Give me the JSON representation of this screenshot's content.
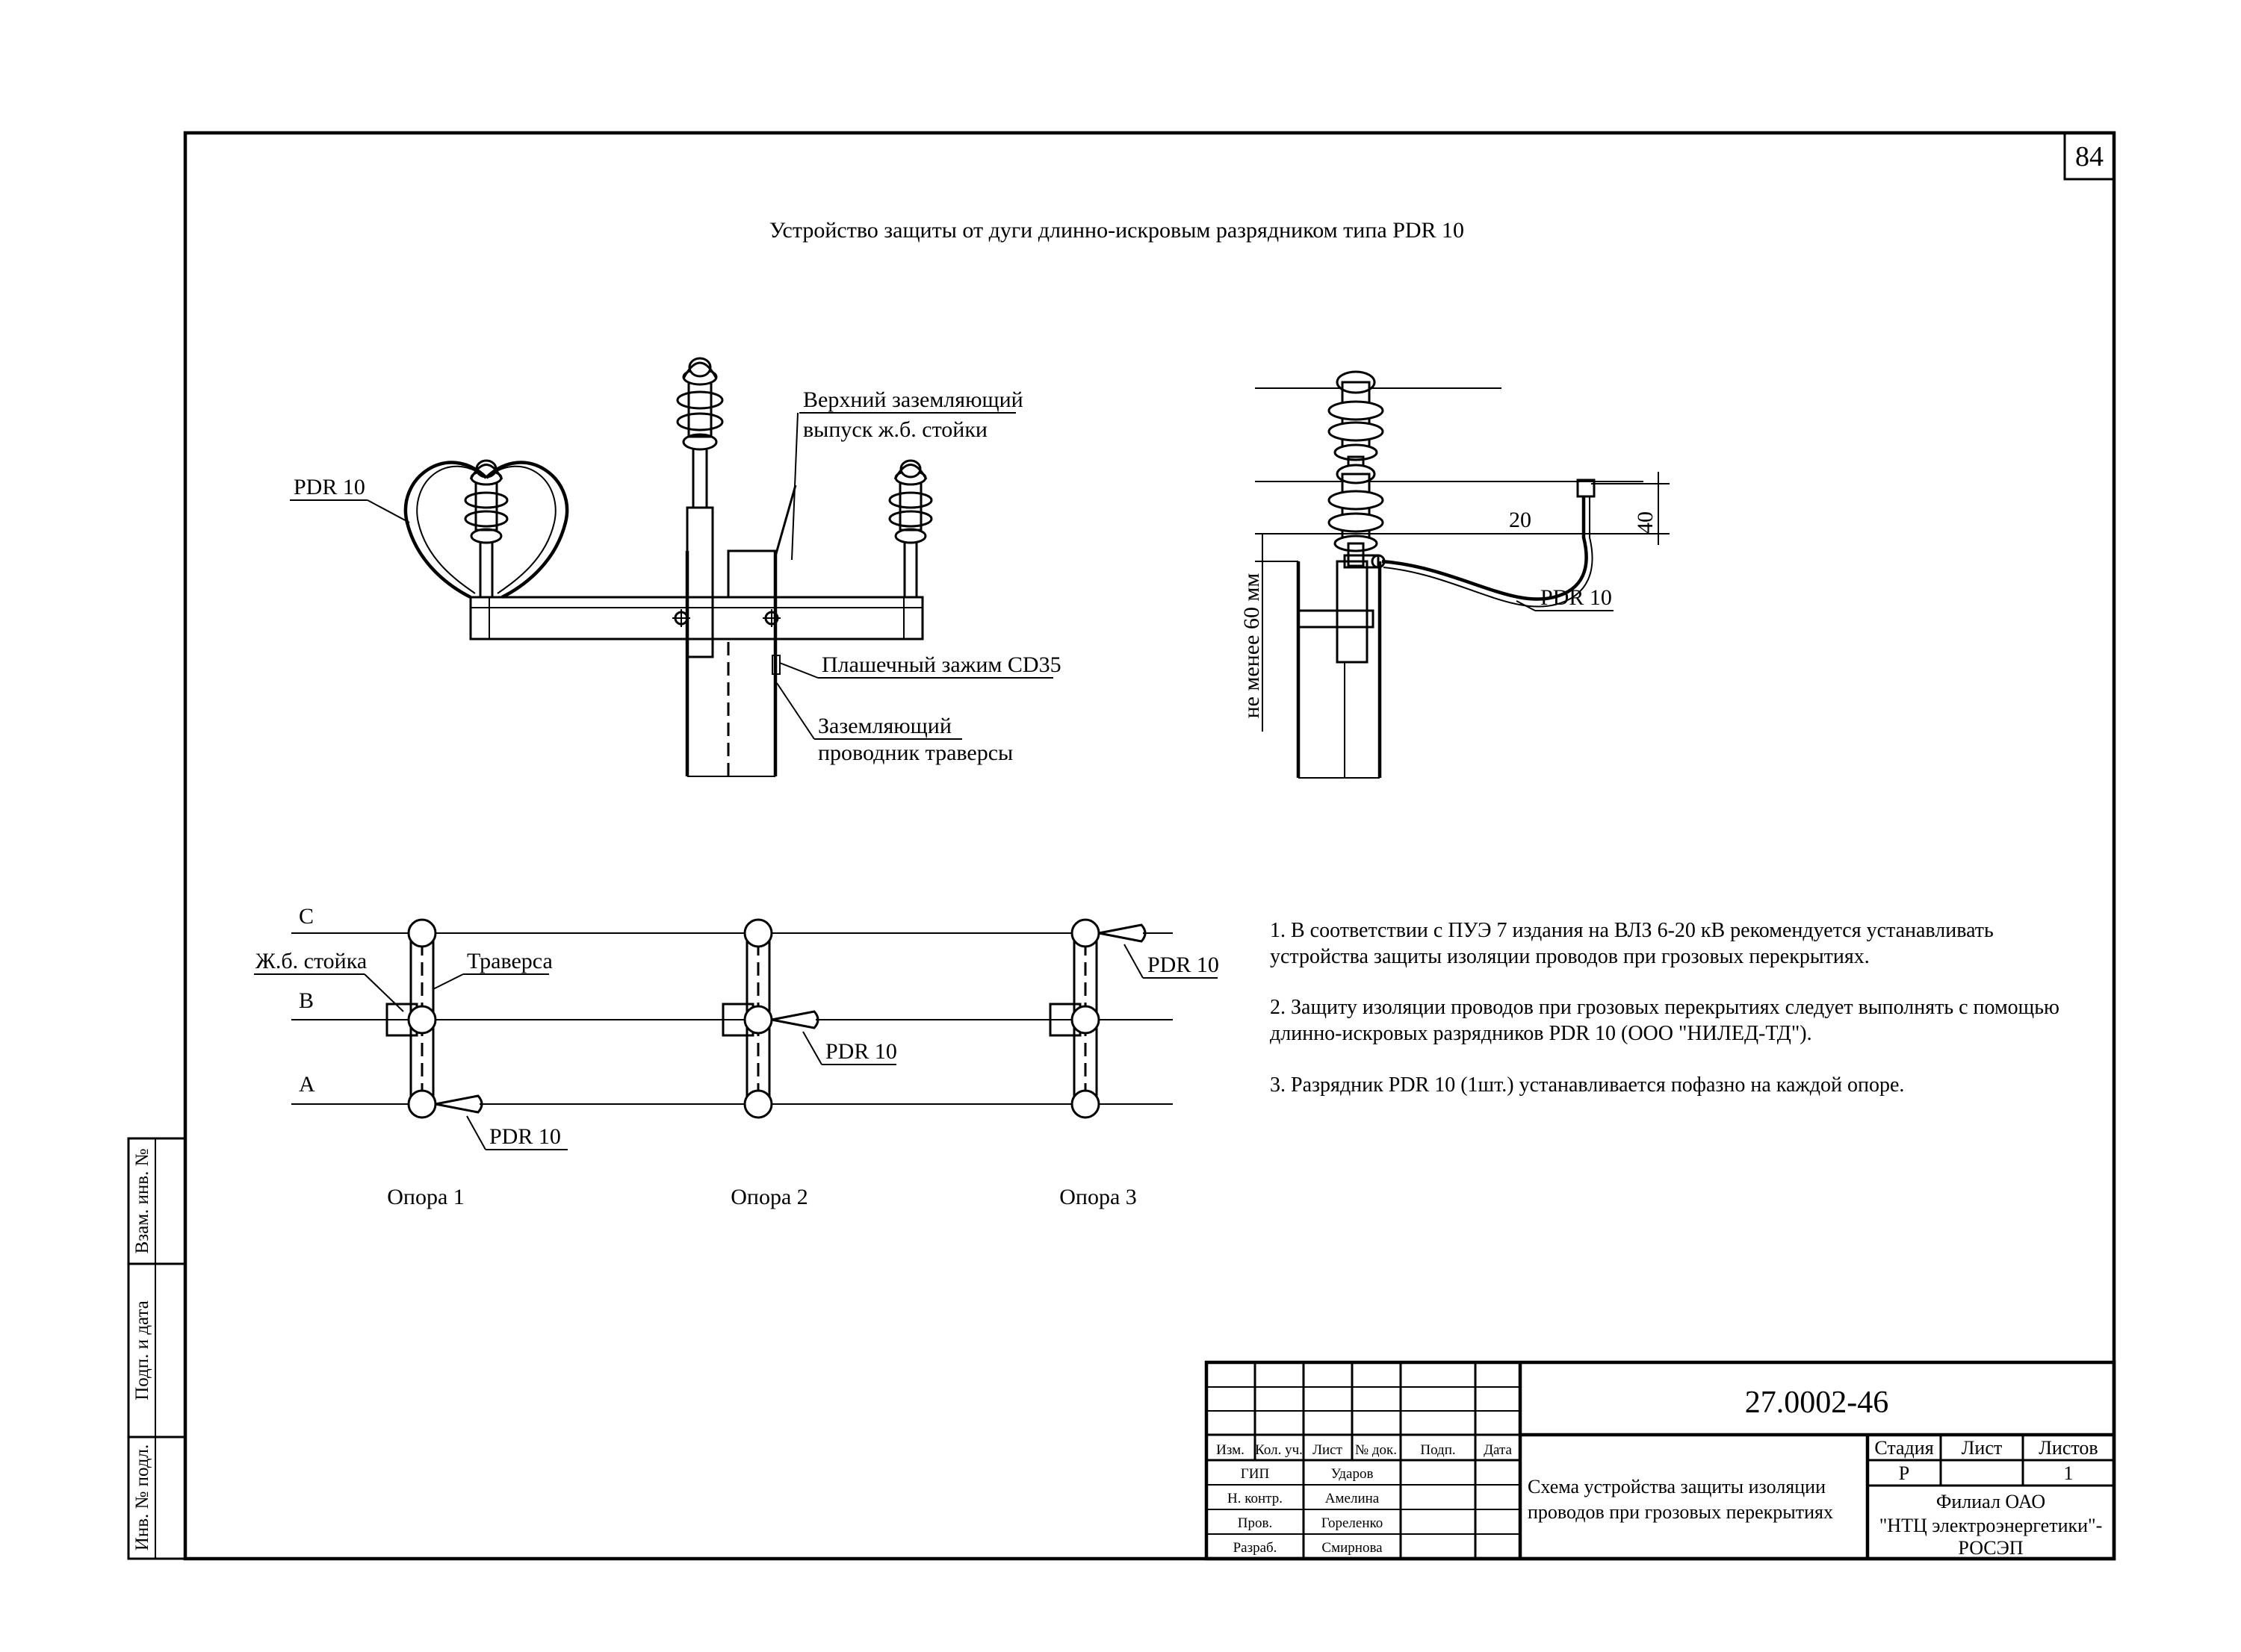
{
  "page_number": "84",
  "title": "Устройство защиты от дуги длинно-искровым разрядником типа PDR 10",
  "front_view": {
    "pdr_label": "PDR 10",
    "upper_ground_line1": "Верхний заземляющий",
    "upper_ground_line2": "выпуск ж.б. стойки",
    "clamp_label": "Плашечный зажим CD35",
    "ground_cond_line1": "Заземляющий",
    "ground_cond_line2": "проводник траверсы"
  },
  "side_view": {
    "dim_20": "20",
    "dim_40": "40",
    "min_60": "не менее 60 мм",
    "pdr_label": "PDR 10"
  },
  "plan_view": {
    "phase_c": "C",
    "phase_b": "B",
    "phase_a": "A",
    "pole_label": "Ж.б. стойка",
    "traverse_label": "Траверса",
    "pdr_1": "PDR 10",
    "pdr_2": "PDR 10",
    "pdr_3": "PDR 10",
    "pole_1": "Опора 1",
    "pole_2": "Опора 2",
    "pole_3": "Опора 3"
  },
  "notes": [
    "1. В соответствии с ПУЭ 7 издания на ВЛЗ 6-20 кВ рекомендуется устанавливать",
    "устройства защиты изоляции проводов при грозовых перекрытиях.",
    "2. Защиту изоляции проводов при грозовых перекрытиях следует выполнять с помощью",
    "длинно-искровых разрядников PDR 10 (ООО \"НИЛЕД-ТД\").",
    "3. Разрядник PDR 10 (1шт.) устанавливается пофазно на каждой опоре."
  ],
  "side_stamp": {
    "vzam": "Взам. инв. №",
    "podp": "Подп. и дата",
    "inv": "Инв. № подл."
  },
  "title_block": {
    "doc_code": "27.0002-46",
    "headers": [
      "Изм.",
      "Кол. уч.",
      "Лист",
      "№ док.",
      "Подп.",
      "Дата"
    ],
    "roles": [
      "ГИП",
      "Н. контр.",
      "Пров.",
      "Разраб."
    ],
    "names": [
      "Ударов",
      "Амелина",
      "Гореленко",
      "Смирнова"
    ],
    "desc_line1": "Схема устройства защиты изоляции",
    "desc_line2": "проводов при грозовых перекрытиях",
    "stage_header": "Стадия",
    "sheet_header": "Лист",
    "sheets_header": "Листов",
    "stage_value": "Р",
    "sheet_value": "",
    "sheets_value": "1",
    "org_line1": "Филиал ОАО",
    "org_line2": "\"НТЦ электроэнергетики\"-",
    "org_line3": "РОСЭП"
  }
}
